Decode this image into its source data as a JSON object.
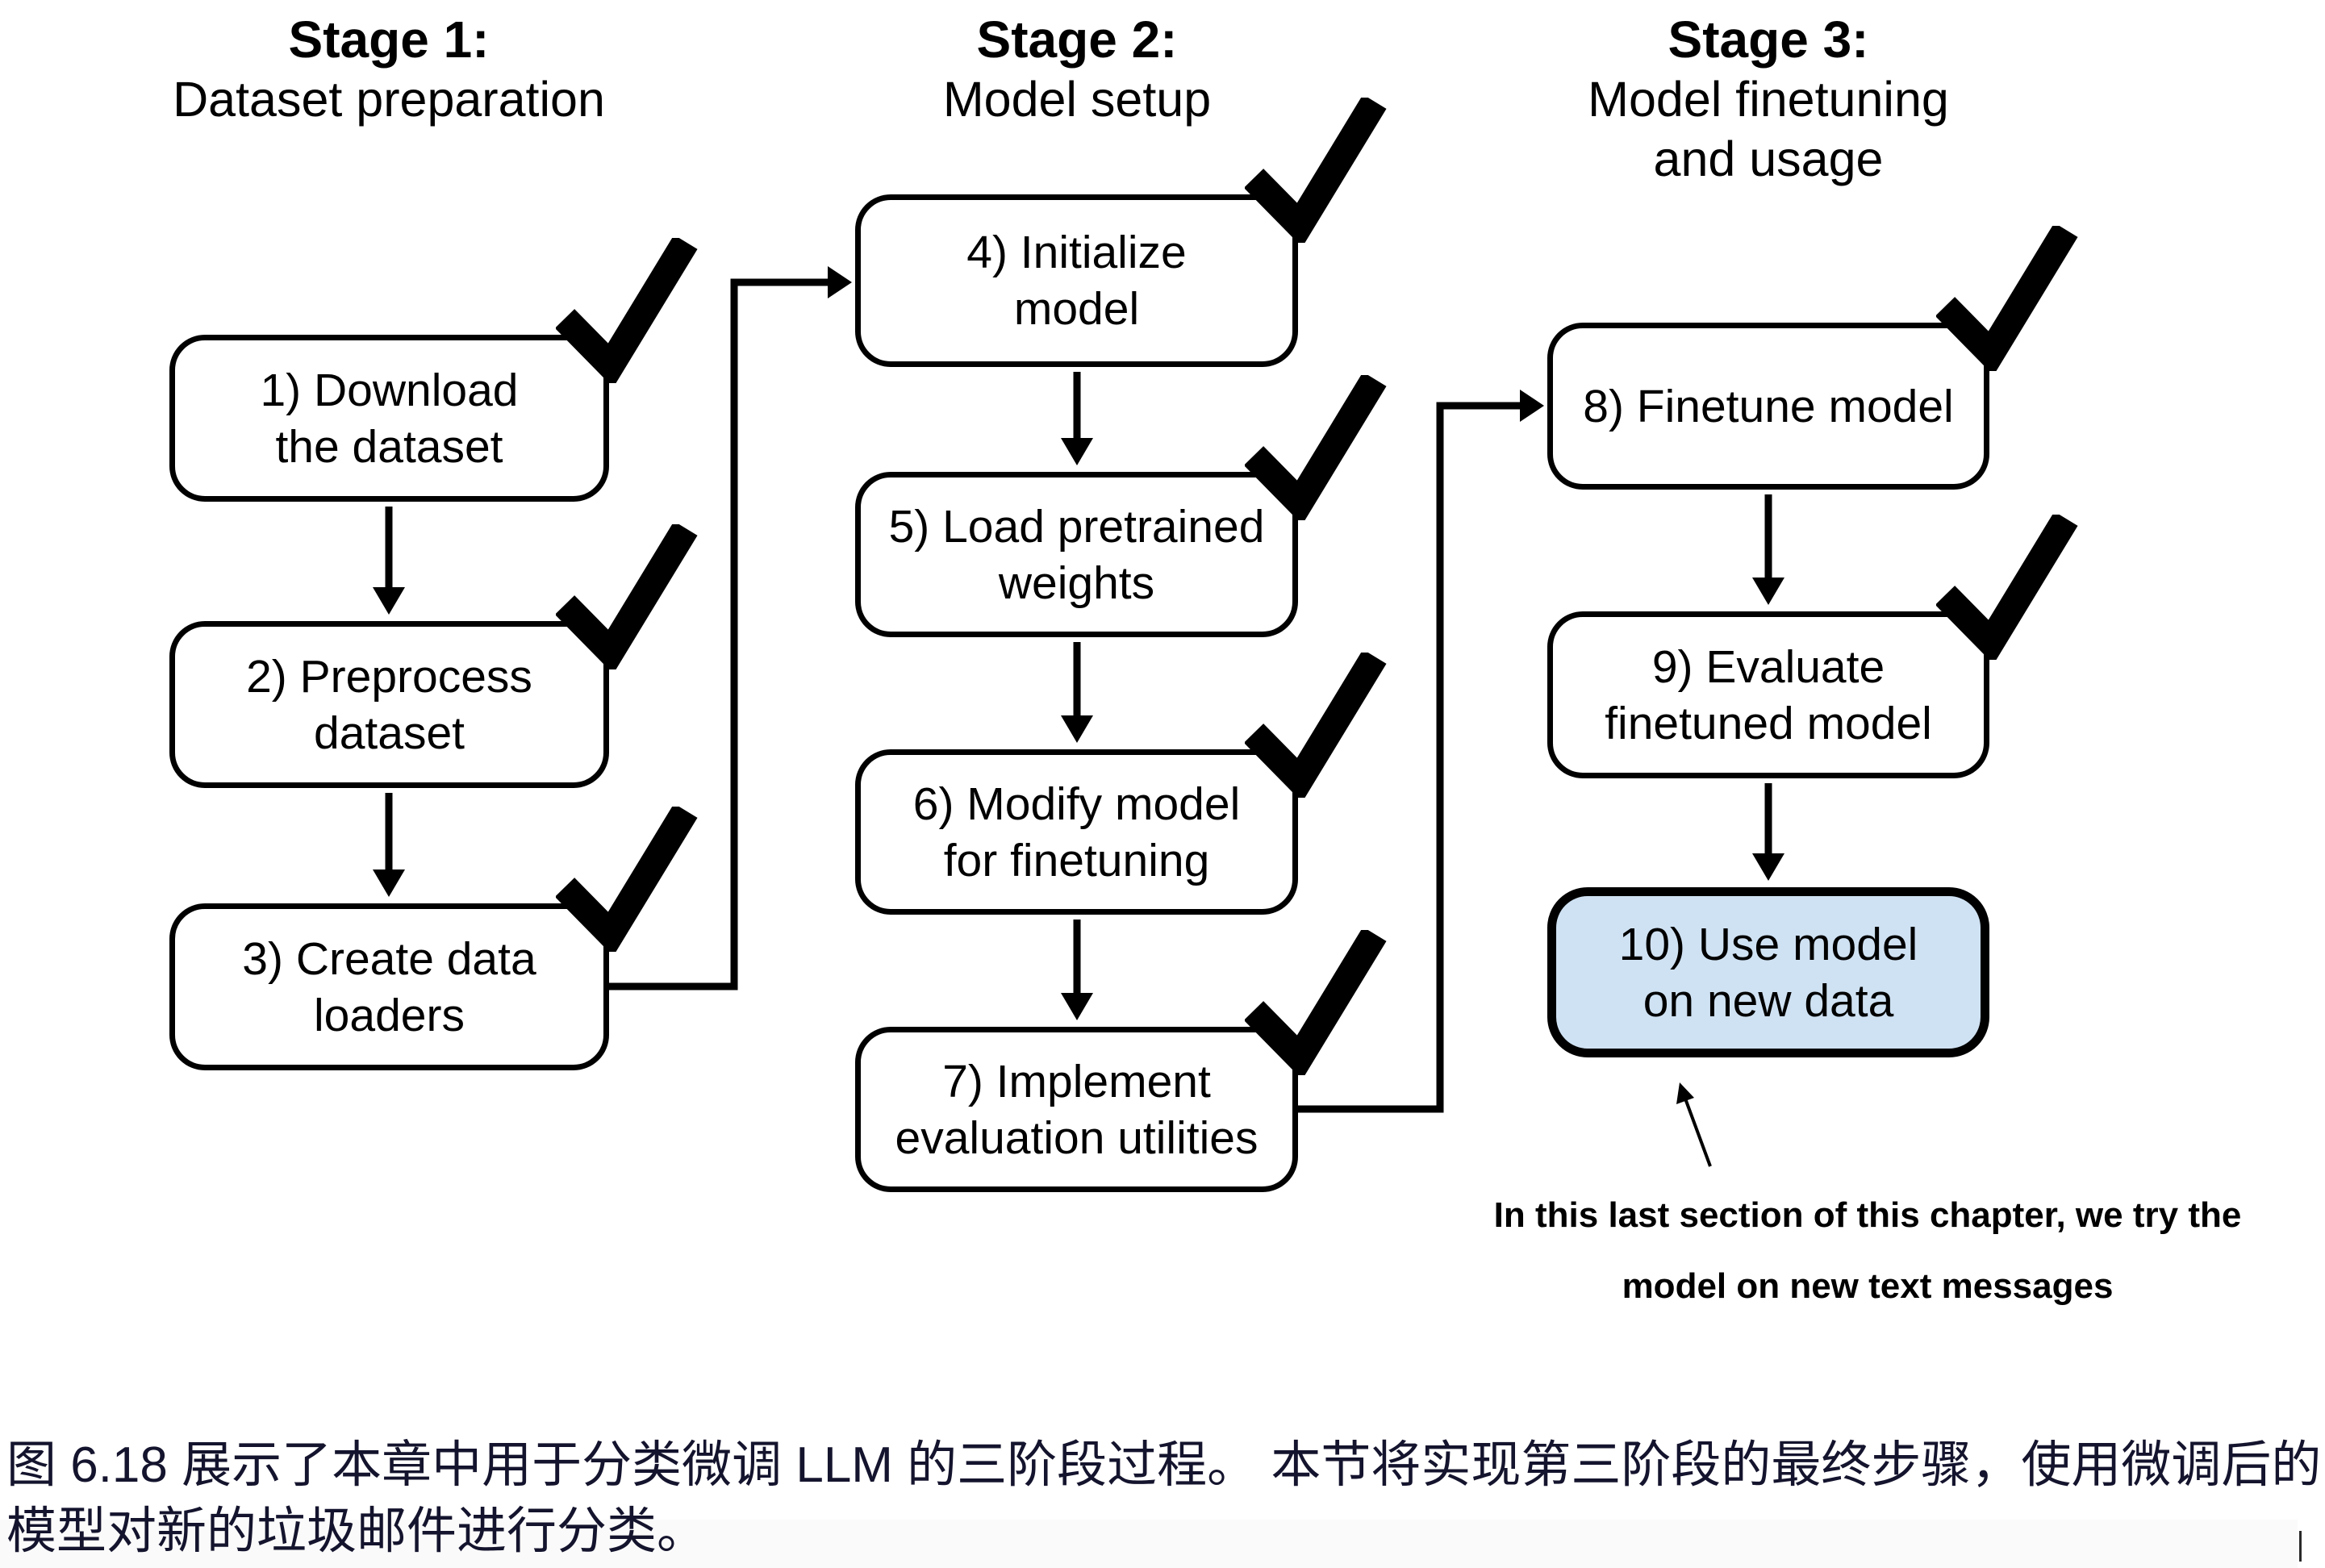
{
  "diagram": {
    "stages": [
      {
        "title": "Stage 1:",
        "subtitle": "Dataset preparation"
      },
      {
        "title": "Stage 2:",
        "subtitle": "Model setup"
      },
      {
        "title": "Stage 3:",
        "subtitle": "Model finetuning",
        "subtitle2": "and usage"
      }
    ],
    "boxes": {
      "b1": {
        "line1": "1) Download",
        "line2": "the dataset",
        "checked": true
      },
      "b2": {
        "line1": "2) Preprocess",
        "line2": "dataset",
        "checked": true
      },
      "b3": {
        "line1": "3) Create data",
        "line2": "loaders",
        "checked": true
      },
      "b4": {
        "line1": "4) Initialize",
        "line2": "model",
        "checked": true
      },
      "b5": {
        "line1": "5) Load pretrained",
        "line2": "weights",
        "checked": true
      },
      "b6": {
        "line1": "6) Modify model",
        "line2": "for finetuning",
        "checked": true
      },
      "b7": {
        "line1": "7) Implement",
        "line2": "evaluation utilities",
        "checked": true
      },
      "b8": {
        "line1": "8) Finetune model",
        "checked": true
      },
      "b9": {
        "line1": "9) Evaluate",
        "line2": "finetuned model",
        "checked": true
      },
      "b10": {
        "line1": "10) Use model",
        "line2": "on new data",
        "checked": false
      }
    },
    "annotation": {
      "line1": "In this last section of this chapter, we try the",
      "line2": "model on new text messages"
    }
  },
  "caption": {
    "line1": "图 6.18 展示了本章中用于分类微调 LLM 的三阶段过程。 本节将实现第三阶段的最终步骤，使用微调后的",
    "line2": "模型对新的垃圾邮件进行分类。"
  },
  "colors": {
    "box_fill": "#ffffff",
    "highlight_box_fill": "#cfe2f3",
    "line": "#000000",
    "caption_text": "#14142e"
  }
}
